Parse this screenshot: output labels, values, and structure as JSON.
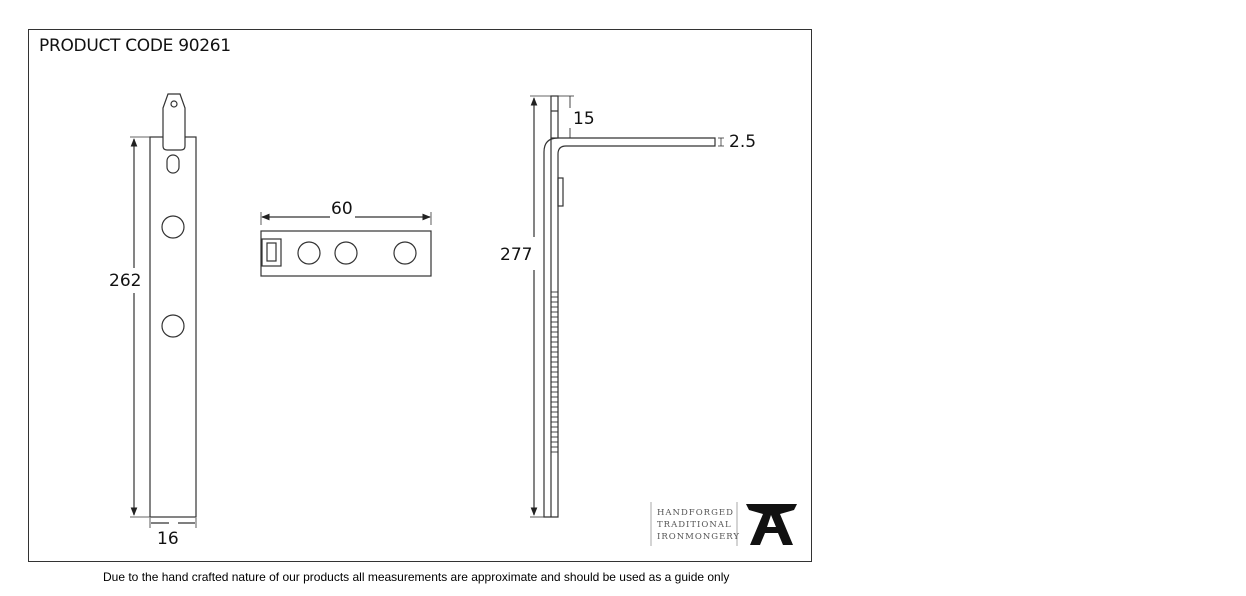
{
  "title": "PRODUCT CODE 90261",
  "dimensions": {
    "front_height": "262",
    "front_width": "16",
    "end_width": "60",
    "side_height": "277",
    "side_top": "15",
    "side_thickness": "2.5"
  },
  "logo": {
    "line1": "HANDFORGED",
    "line2": "TRADITIONAL",
    "line3": "IRONMONGERY",
    "icon": "anvil-icon"
  },
  "footer": "Due to the hand crafted nature of our products all measurements are approximate and should be used as a guide only",
  "colors": {
    "line": "#333333",
    "text": "#111111",
    "logo_text": "#555555"
  }
}
